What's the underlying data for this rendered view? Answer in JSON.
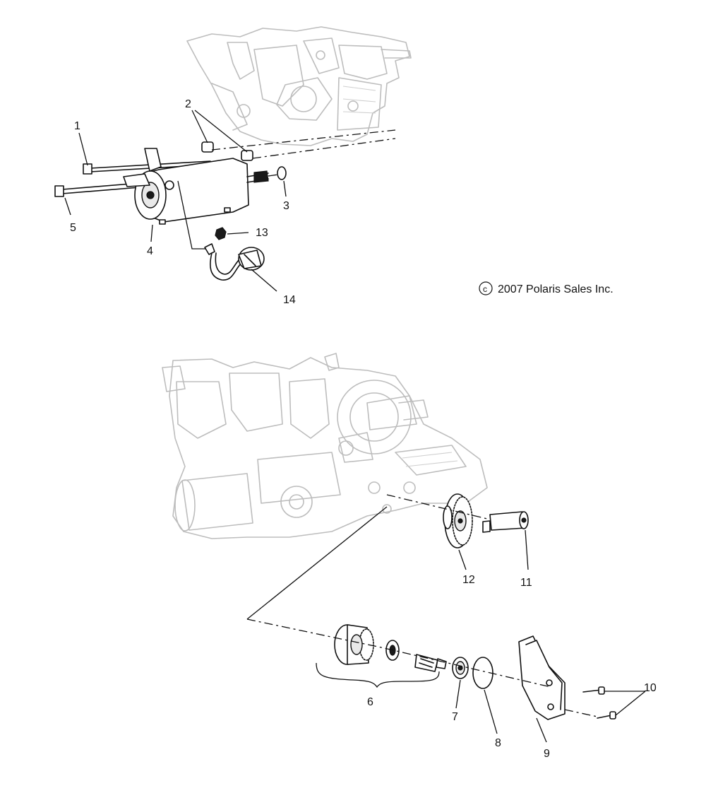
{
  "callouts": {
    "c1": "1",
    "c2": "2",
    "c3": "3",
    "c4": "4",
    "c5": "5",
    "c6": "6",
    "c7": "7",
    "c8": "8",
    "c9": "9",
    "c10": "10",
    "c11": "11",
    "c12": "12",
    "c13": "13",
    "c14": "14"
  },
  "copyright": "2007 Polaris Sales Inc.",
  "copyright_symbol": "c"
}
